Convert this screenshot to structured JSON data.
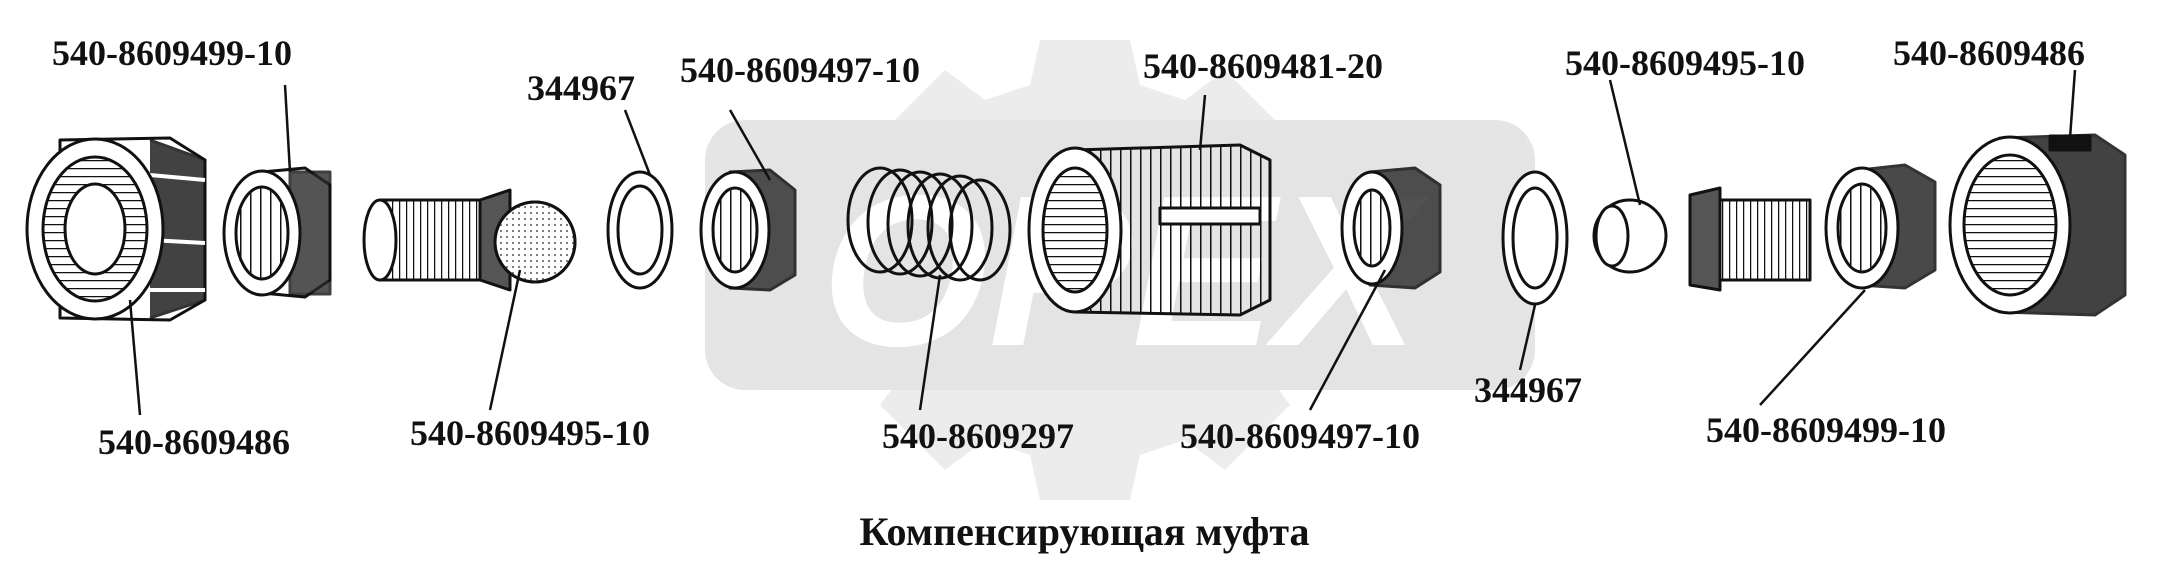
{
  "watermark": {
    "text": "OPEX",
    "color": "#e6e6e6"
  },
  "title": "Компенсирующая муфта",
  "labels": {
    "top_1": "540-8609499-10",
    "top_2": "344967",
    "top_3": "540-8609497-10",
    "top_4": "540-8609481-20",
    "top_5": "540-8609495-10",
    "top_6": "540-8609486",
    "bottom_1": "540-8609486",
    "bottom_2": "540-8609495-10",
    "bottom_3": "540-8609297",
    "bottom_4": "540-8609497-10",
    "bottom_5": "344967",
    "bottom_6": "540-8609499-10"
  },
  "colors": {
    "ink": "#111111",
    "background": "#ffffff"
  }
}
